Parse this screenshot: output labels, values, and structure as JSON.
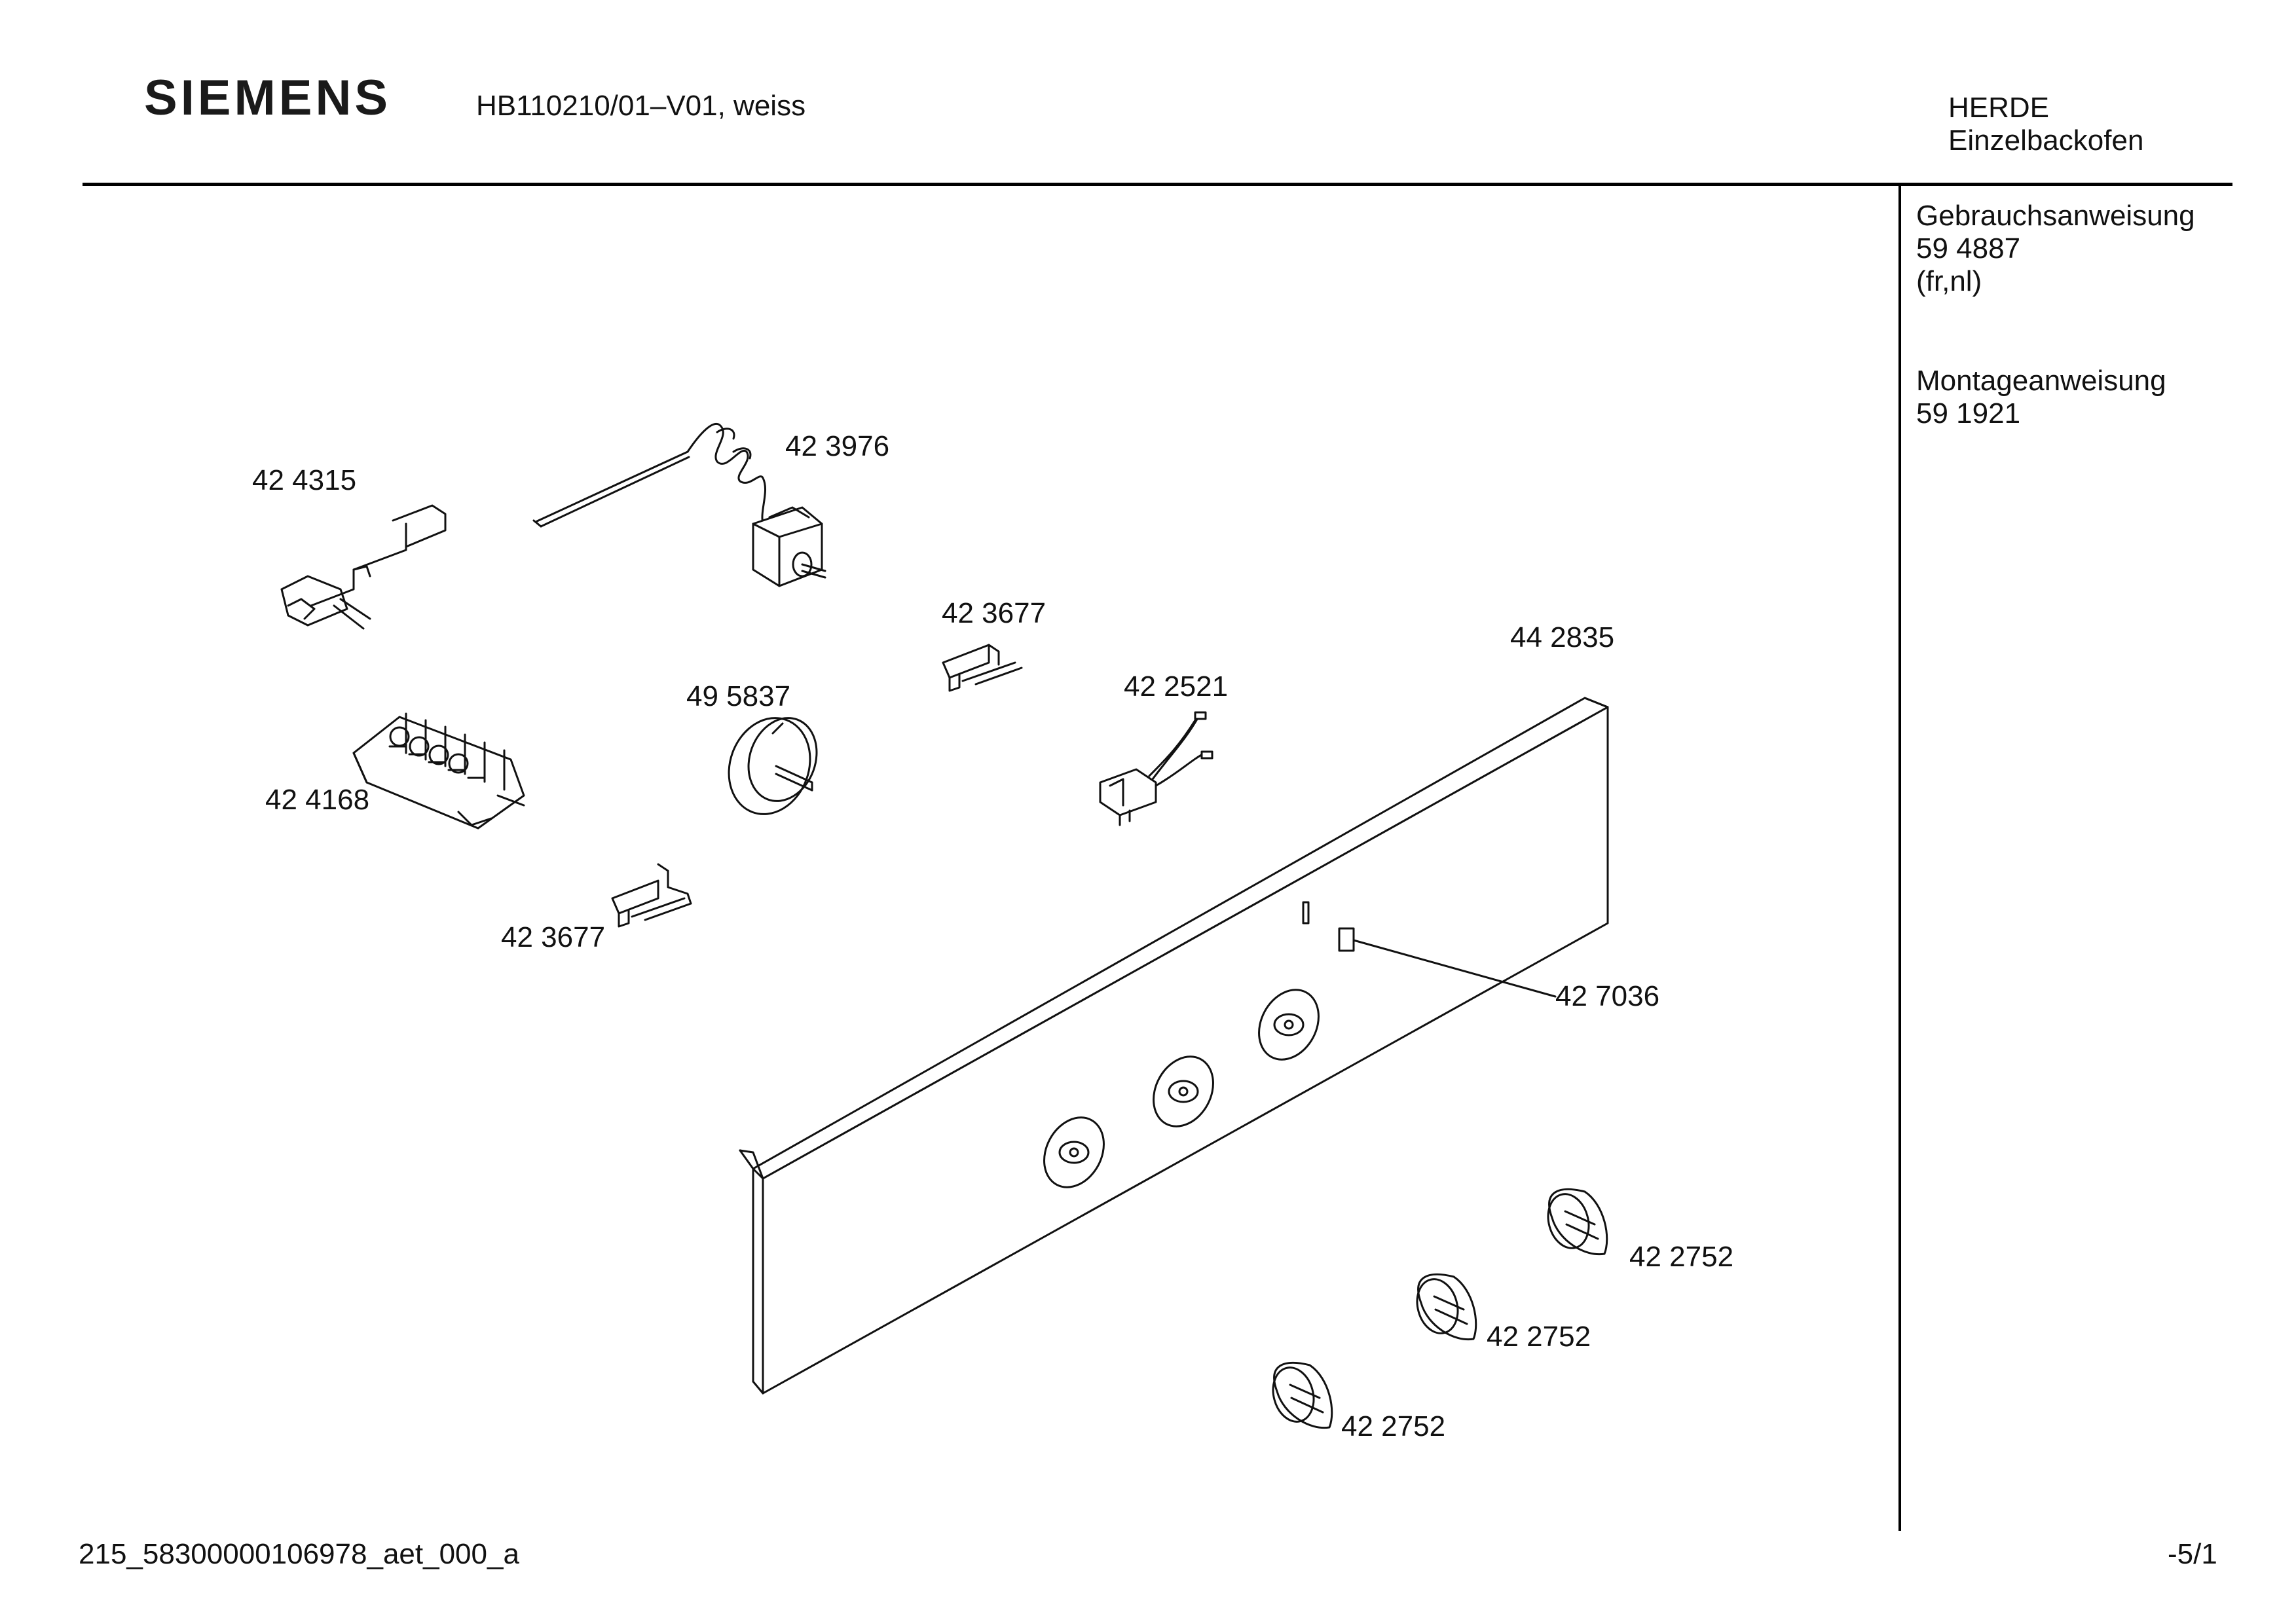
{
  "header": {
    "brand": "SIEMENS",
    "model": "HB110210/01–V01, weiss",
    "category_line1": "HERDE",
    "category_line2": "Einzelbackofen"
  },
  "sidebar": {
    "manual_title": "Gebrauchsanweisung",
    "manual_number": "59 4887",
    "manual_langs": "(fr,nl)",
    "install_title": "Montageanweisung",
    "install_number": "59 1921"
  },
  "parts": {
    "bracket": "42 4315",
    "thermostat": "42 3976",
    "terminal_block": "42 4168",
    "timer": "49 5837",
    "clip_upper": "42 3677",
    "clip_lower": "42 3677",
    "switch": "42 2521",
    "panel": "44 2835",
    "lamp": "42 7036",
    "knob_1": "42 2752",
    "knob_2": "42 2752",
    "knob_3": "42 2752"
  },
  "footer": {
    "doc_id": "215_58300000106978_aet_000_a",
    "page": "-5/1"
  }
}
